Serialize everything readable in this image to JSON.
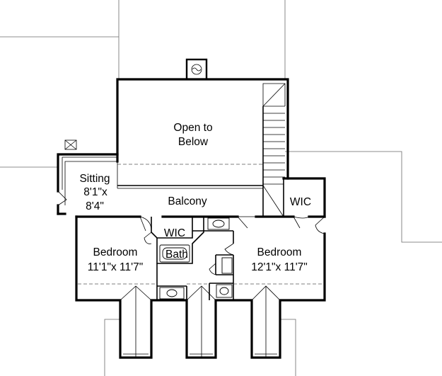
{
  "rooms": {
    "open_to_below": {
      "line1": "Open to",
      "line2": "Below"
    },
    "sitting": {
      "line1": "Sitting",
      "line2": "8'1\"x",
      "line3": "8'4\""
    },
    "balcony": {
      "name": "Balcony"
    },
    "wic_right": {
      "name": "WIC"
    },
    "wic_center": {
      "name": "WIC"
    },
    "bath": {
      "name": "Bath"
    },
    "bedroom_left": {
      "name": "Bedroom",
      "size": "11'1\"x 11'7\""
    },
    "bedroom_right": {
      "name": "Bedroom",
      "size": "12'1\"x 11'7\""
    }
  }
}
